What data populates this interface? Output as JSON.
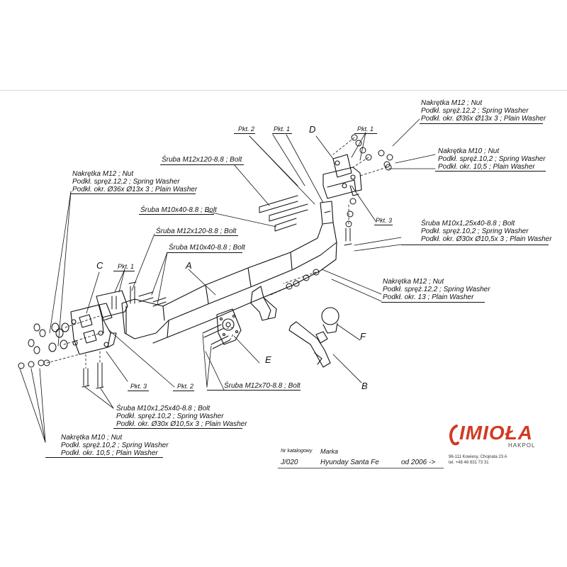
{
  "callouts": {
    "top_right": [
      "Nakrętka  M12 ; Nut",
      "Podkł. spręż.12,2 ; Spring Washer",
      "Podkł. okr.  Ø36x Ø13x 3 ; Plain Washer"
    ],
    "right_m10": [
      "Nakrętka  M10 ; Nut",
      "Podkł. spręż.10,2 ; Spring Washer",
      "Podkł. okr. 10,5 ; Plain Washer"
    ],
    "left_top": [
      "Nakrętka  M12 ; Nut",
      "Podkł. spręż.12,2 ; Spring Washer",
      "Podkł. okr.  Ø36x Ø13x 3 ; Plain Washer"
    ],
    "right_bolt": [
      "Śruba M10x1,25x40-8.8 ;  Bolt",
      "Podkł. spręż.10,2 ; Spring Washer",
      "Podkł. okr.  Ø30x Ø10,5x 3 ; Plain Washer"
    ],
    "right_m12_13": [
      "Nakrętka  M12 ; Nut",
      "Podkł. spręż.12,2 ; Spring Washer",
      "Podkł. okr. 13 ; Plain Washer"
    ],
    "bottom_bolt": [
      "Śruba M10x1,25x40-8.8 ;  Bolt",
      "Podkł. spręż.10,2 ; Spring Washer",
      "Podkł. okr.  Ø30x Ø10,5x 3 ; Plain Washer"
    ],
    "bottom_left": [
      "Nakrętka  M10 ; Nut",
      "Podkł. spręż.10,2 ; Spring Washer",
      "Podkł. okr. 10,5 ; Plain Washer"
    ]
  },
  "bolts": {
    "m12x120_top": "Śruba M12x120-8.8 ;  Bolt",
    "m10x40_top": "Śruba M10x40-8.8 ;  Bolt",
    "m12x120_left": "Śruba M12x120-8.8 ;  Bolt",
    "m10x40_left": "Śruba M10x40-8.8 ;  Bolt",
    "m12x70": "Śruba M12x70-8.8 ;  Bolt"
  },
  "points": {
    "pkt1": "Pkt. 1",
    "pkt2": "Pkt. 2",
    "pkt3": "Pkt. 3"
  },
  "parts": {
    "a": "A",
    "b": "B",
    "c": "C",
    "d": "D",
    "e": "E",
    "f": "F"
  },
  "title_block": {
    "catalog_label": "Nr katalogowy",
    "make_label": "Marka",
    "catalog_no": "J/020",
    "model": "Hyunday Santa Fe",
    "years": "od  2006 ->"
  },
  "brand": {
    "logo": "IMIOŁA",
    "sub": "HAKPOL",
    "address": "96-111 Kowiesy, Chojnata 23 A",
    "tel": "tel. +48 46 831 73 31",
    "color": "#d23a23"
  }
}
